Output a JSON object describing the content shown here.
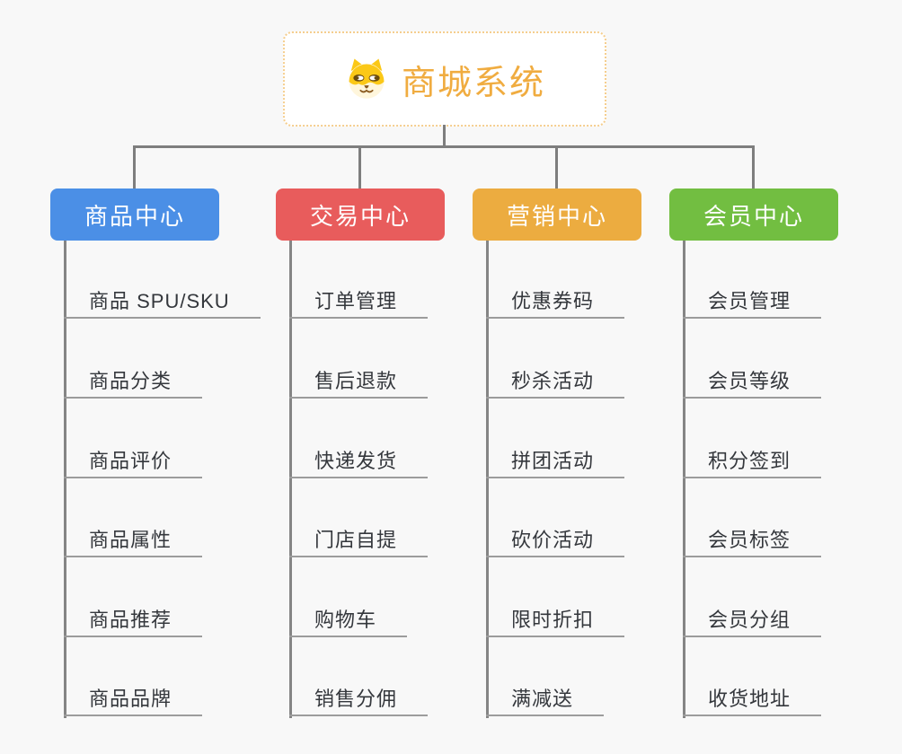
{
  "root": {
    "title": "商城系统",
    "icon": "dog-mascot-icon"
  },
  "colors": {
    "background": "#F8F8F8",
    "root_border": "#F5CE8E",
    "root_text": "#F0AC40",
    "connector": "#7E7E7E",
    "leaf_underline": "#9C9C9C",
    "leaf_text": "#34373C",
    "branch_blue": "#4B8FE6",
    "branch_red": "#E85C5C",
    "branch_orange": "#ECAC40",
    "branch_green": "#72BE41"
  },
  "branches": [
    {
      "label": "商品中心",
      "color": "#4B8FE6",
      "items": [
        "商品 SPU/SKU",
        "商品分类",
        "商品评价",
        "商品属性",
        "商品推荐",
        "商品品牌"
      ]
    },
    {
      "label": "交易中心",
      "color": "#E85C5C",
      "items": [
        "订单管理",
        "售后退款",
        "快递发货",
        "门店自提",
        "购物车",
        "销售分佣"
      ]
    },
    {
      "label": "营销中心",
      "color": "#ECAC40",
      "items": [
        "优惠券码",
        "秒杀活动",
        "拼团活动",
        "砍价活动",
        "限时折扣",
        "满减送"
      ]
    },
    {
      "label": "会员中心",
      "color": "#72BE41",
      "items": [
        "会员管理",
        "会员等级",
        "积分签到",
        "会员标签",
        "会员分组",
        "收货地址"
      ]
    }
  ]
}
